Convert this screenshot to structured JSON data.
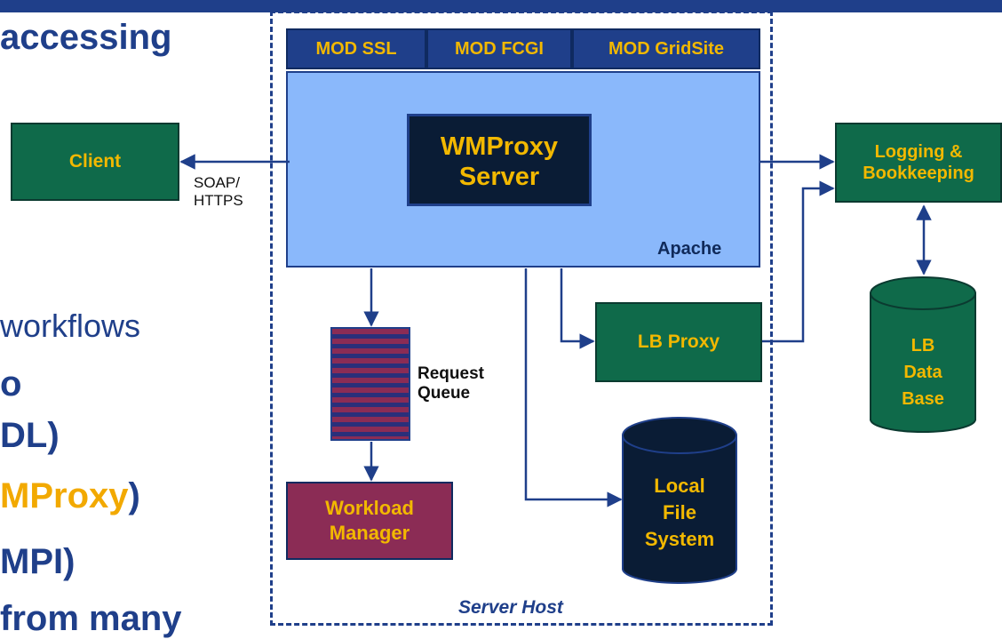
{
  "slide_text": {
    "line1": "accessing",
    "line2": "workflows",
    "line3": "o",
    "line4": "DL)",
    "line5_hl": "MProxy",
    "line5_end": ")",
    "line6": "MPI)",
    "line7": "from many"
  },
  "diagram": {
    "client": "Client",
    "protocol_line1": "SOAP/",
    "protocol_line2": "HTTPS",
    "mods": [
      "MOD SSL",
      "MOD FCGI",
      "MOD GridSite"
    ],
    "wmproxy_line1": "WMProxy",
    "wmproxy_line2": "Server",
    "apache": "Apache",
    "logging_line1": "Logging &",
    "logging_line2": "Bookkeeping",
    "lb_proxy": "LB Proxy",
    "lb_db_line1": "LB",
    "lb_db_line2": "Data",
    "lb_db_line3": "Base",
    "queue_line1": "Request",
    "queue_line2": "Queue",
    "wm_line1": "Workload",
    "wm_line2": "Manager",
    "lfs_line1": "Local",
    "lfs_line2": "File",
    "lfs_line3": "System",
    "server_host": "Server Host"
  },
  "colors": {
    "navy": "#1f3f8a",
    "gold": "#f2b800",
    "green": "#0f6a4a",
    "purple": "#8b2c55",
    "apache_blue": "#8ab8fb"
  }
}
